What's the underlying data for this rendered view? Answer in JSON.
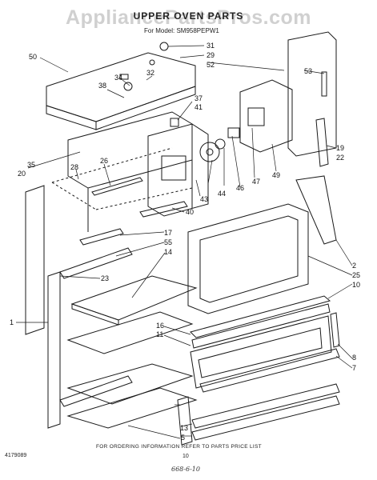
{
  "watermark": "AppliancePartsPros.com",
  "title": "UPPER OVEN PARTS",
  "model_line": "For Model: SM958PEPW1",
  "footer_note": "FOR ORDERING INFORMATION REFER TO PARTS PRICE LIST",
  "doc_number": "4179089",
  "page_number": "10",
  "handwritten_note": "668-6-10",
  "callouts": [
    "50",
    "31",
    "29",
    "52",
    "53",
    "38",
    "34",
    "32",
    "37",
    "41",
    "35",
    "28",
    "26",
    "20",
    "19",
    "22",
    "44",
    "46",
    "47",
    "49",
    "43",
    "40",
    "17",
    "55",
    "14",
    "23",
    "2",
    "25",
    "10",
    "16",
    "11",
    "1",
    "8",
    "7",
    "13",
    "5"
  ],
  "colors": {
    "line": "#1a1a1a",
    "watermark": "#9a9a9a",
    "background": "#ffffff"
  }
}
